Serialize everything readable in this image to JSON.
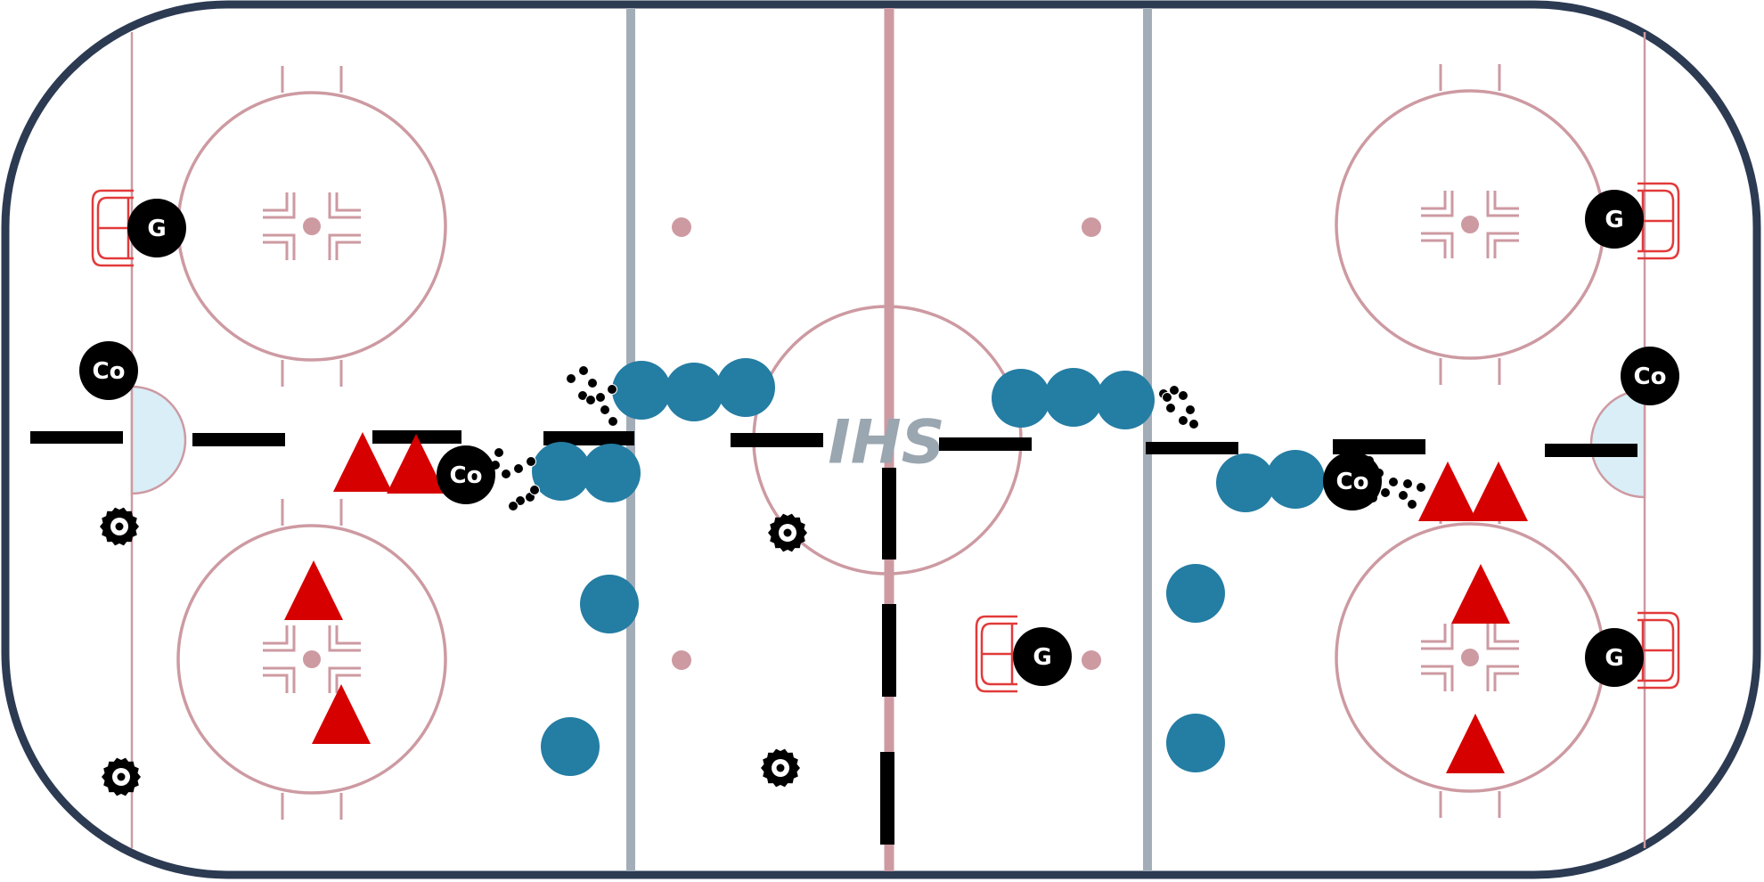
{
  "rink": {
    "logo_text": "IHS",
    "colors": {
      "board": "#2c3a52",
      "ice": "#ffffff",
      "red_line": "#cd9aa2",
      "blue_line": "#a3adb8",
      "crease": "#d9eef7",
      "net": "#e23a3a"
    }
  },
  "legend": {
    "goalie_label": "G",
    "coach_label": "Co",
    "player_team_a": "red-triangle",
    "player_team_b": "blue-circle",
    "puck": "puck-dots",
    "cone": "cone-icon",
    "barrier": "barrier-bar"
  },
  "colors": {
    "team_a": "#d60000",
    "team_b": "#247da3",
    "marker": "#000000"
  }
}
